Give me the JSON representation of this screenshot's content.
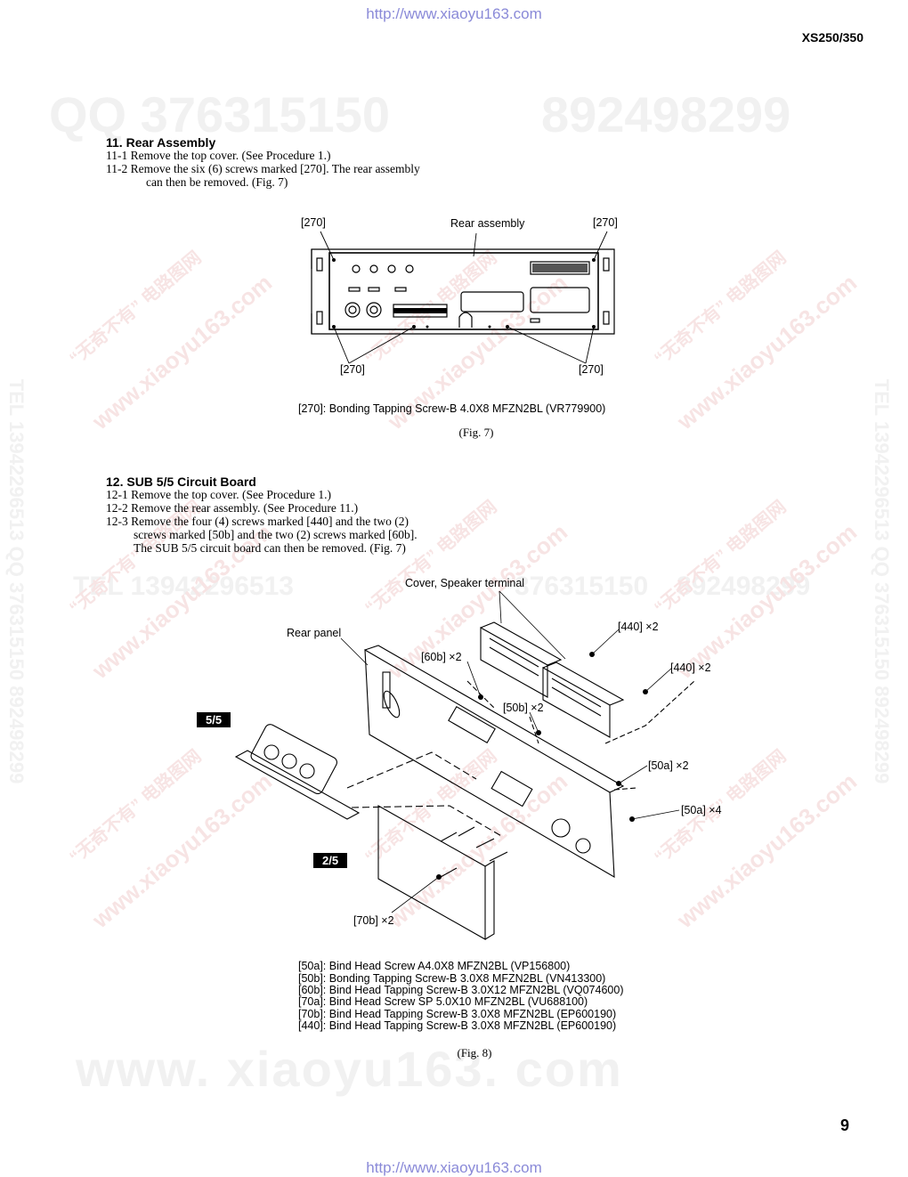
{
  "header": {
    "url": "http://www.xiaoyu163.com",
    "model": "XS250/350"
  },
  "footer": {
    "url": "http://www.xiaoyu163.com",
    "page_number": "9"
  },
  "watermarks": {
    "qq_top": "QQ 376315150",
    "qq_top2": "892498299",
    "tel_mid": "TEL 13942296513",
    "qq_mid": "376315150",
    "qq_mid2": "892498299",
    "site_bottom": "www. xiaoyu163. com",
    "side_right": "TEL 13942296513 QQ 376315150 892498299",
    "side_left": "TEL 13942296513 QQ 376315150 892498299",
    "diag_site": "www.xiaoyu163.com",
    "diag_cn": "“无奇不有” 电路图网"
  },
  "section11": {
    "title": "11.  Rear Assembly",
    "steps": [
      "11-1 Remove the top cover. (See Procedure 1.)",
      "11-2 Remove the six (6) screws marked [270]. The rear assembly",
      "can then be removed. (Fig. 7)"
    ],
    "fig": {
      "labels": {
        "tl": "[270]",
        "tr": "[270]",
        "center": "Rear assembly",
        "bl": "[270]",
        "br": "[270]"
      },
      "note": "[270]: Bonding Tapping Screw-B 4.0X8   MFZN2BL (VR779900)",
      "caption": "(Fig. 7)"
    }
  },
  "section12": {
    "title": "12.  SUB 5/5 Circuit Board",
    "steps": [
      "12-1 Remove the top cover. (See Procedure 1.)",
      "12-2 Remove the rear assembly. (See Procedure 11.)",
      "12-3 Remove the four (4) screws marked [440] and the two (2)",
      "screws marked [50b] and the two (2) screws marked [60b].",
      "The SUB 5/5 circuit board can then be removed. (Fig. 7)"
    ],
    "fig": {
      "labels": {
        "cover": "Cover, Speaker terminal",
        "rear_panel": "Rear panel",
        "s440a": "[440] ×2",
        "s440b": "[440] ×2",
        "s60b": "[60b] ×2",
        "s50b": "[50b] ×2",
        "s50a_2": "[50a] ×2",
        "s50a_4": "[50a] ×4",
        "s70b": "[70b] ×2",
        "tag55": "5/5",
        "tag25": "2/5"
      },
      "notes": [
        "[50a]: Bind Head Screw A4.0X8   MFZN2BL (VP156800)",
        "[50b]: Bonding Tapping Screw-B 3.0X8  MFZN2BL (VN413300)",
        "[60b]: Bind Head Tapping Screw-B 3.0X12  MFZN2BL (VQ074600)",
        "[70a]: Bind Head Screw SP 5.0X10  MFZN2BL (VU688100)",
        "[70b]: Bind Head Tapping Screw-B 3.0X8   MFZN2BL (EP600190)",
        "[440]: Bind Head Tapping Screw-B 3.0X8   MFZN2BL (EP600190)"
      ],
      "caption": "(Fig. 8)"
    }
  }
}
